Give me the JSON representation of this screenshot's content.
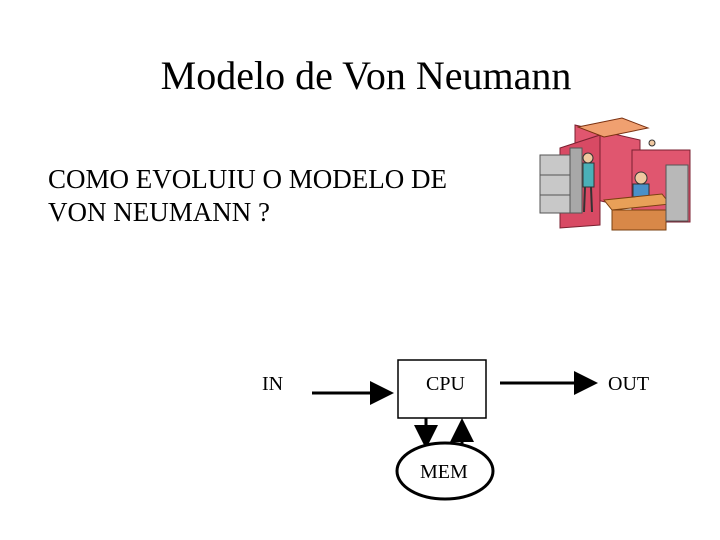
{
  "slide": {
    "title": "Modelo de Von Neumann",
    "question_lines": [
      "COMO EVOLUIU O MODELO DE",
      "VON NEUMANN ?"
    ]
  },
  "diagram": {
    "input_label": "IN",
    "cpu_label": "CPU",
    "output_label": "OUT",
    "memory_label": "MEM"
  },
  "clipart": {
    "icon": "office-cubicle-clipart",
    "colors": {
      "wall": "#e0566f",
      "desk": "#e8a058",
      "cabinet": "#c8c8c8",
      "person": "#4a90c8"
    }
  }
}
